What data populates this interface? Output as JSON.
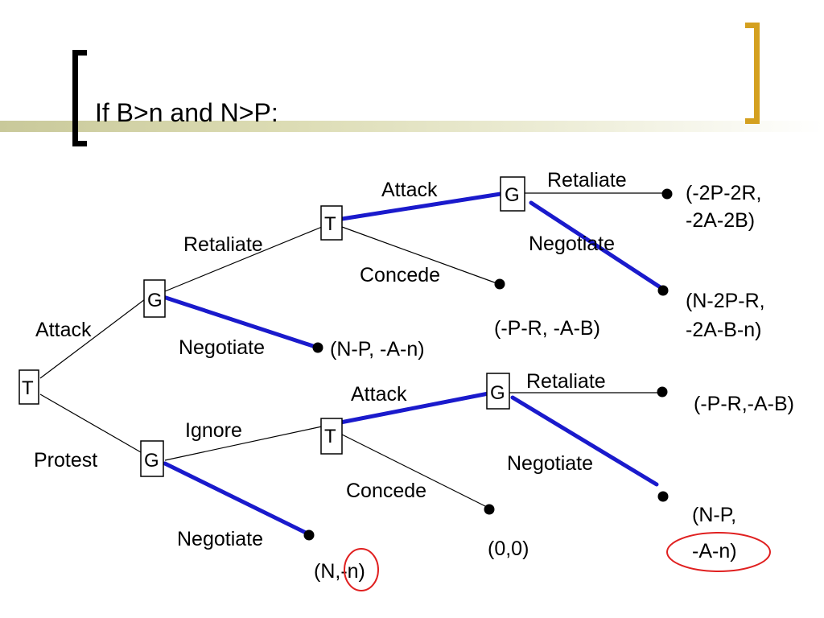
{
  "slide": {
    "title": "If B>n and N>P:"
  },
  "tree": {
    "nodes": {
      "root": "T",
      "g_attack": "G",
      "g_protest": "G",
      "t_retaliate": "T",
      "t_ignore": "T",
      "g_upper_attack": "G",
      "g_lower_attack": "G"
    },
    "edges": {
      "attack": "Attack",
      "protest": "Protest",
      "retaliate_upper": "Retaliate",
      "negotiate_upper": "Negotiate",
      "attack_upper": "Attack",
      "concede_upper": "Concede",
      "retaliate_top": "Retaliate",
      "negotiate_top": "Negotiate",
      "ignore": "Ignore",
      "negotiate_lower": "Negotiate",
      "attack_lower": "Attack",
      "concede_lower": "Concede",
      "retaliate_lower": "Retaliate",
      "negotiate_lower_right": "Negotiate"
    },
    "payoffs": {
      "top_retaliate_line1": "(-2P-2R,",
      "top_retaliate_line2": "-2A-2B)",
      "top_negotiate_line1": "(N-2P-R,",
      "top_negotiate_line2": "-2A-B-n)",
      "upper_concede": "(-P-R, -A-B)",
      "upper_negotiate": "(N-P, -A-n)",
      "lower_retaliate": "(-P-R,-A-B)",
      "lower_negotiate_line1": "(N-P,",
      "lower_negotiate_line2": "-A-n)",
      "lower_concede": "(0,0)",
      "protest_negotiate": "(N,-n)"
    },
    "colors": {
      "equilibrium_path": "#1a1acc",
      "highlight": "#e02020",
      "right_bracket": "#d4a020"
    }
  }
}
